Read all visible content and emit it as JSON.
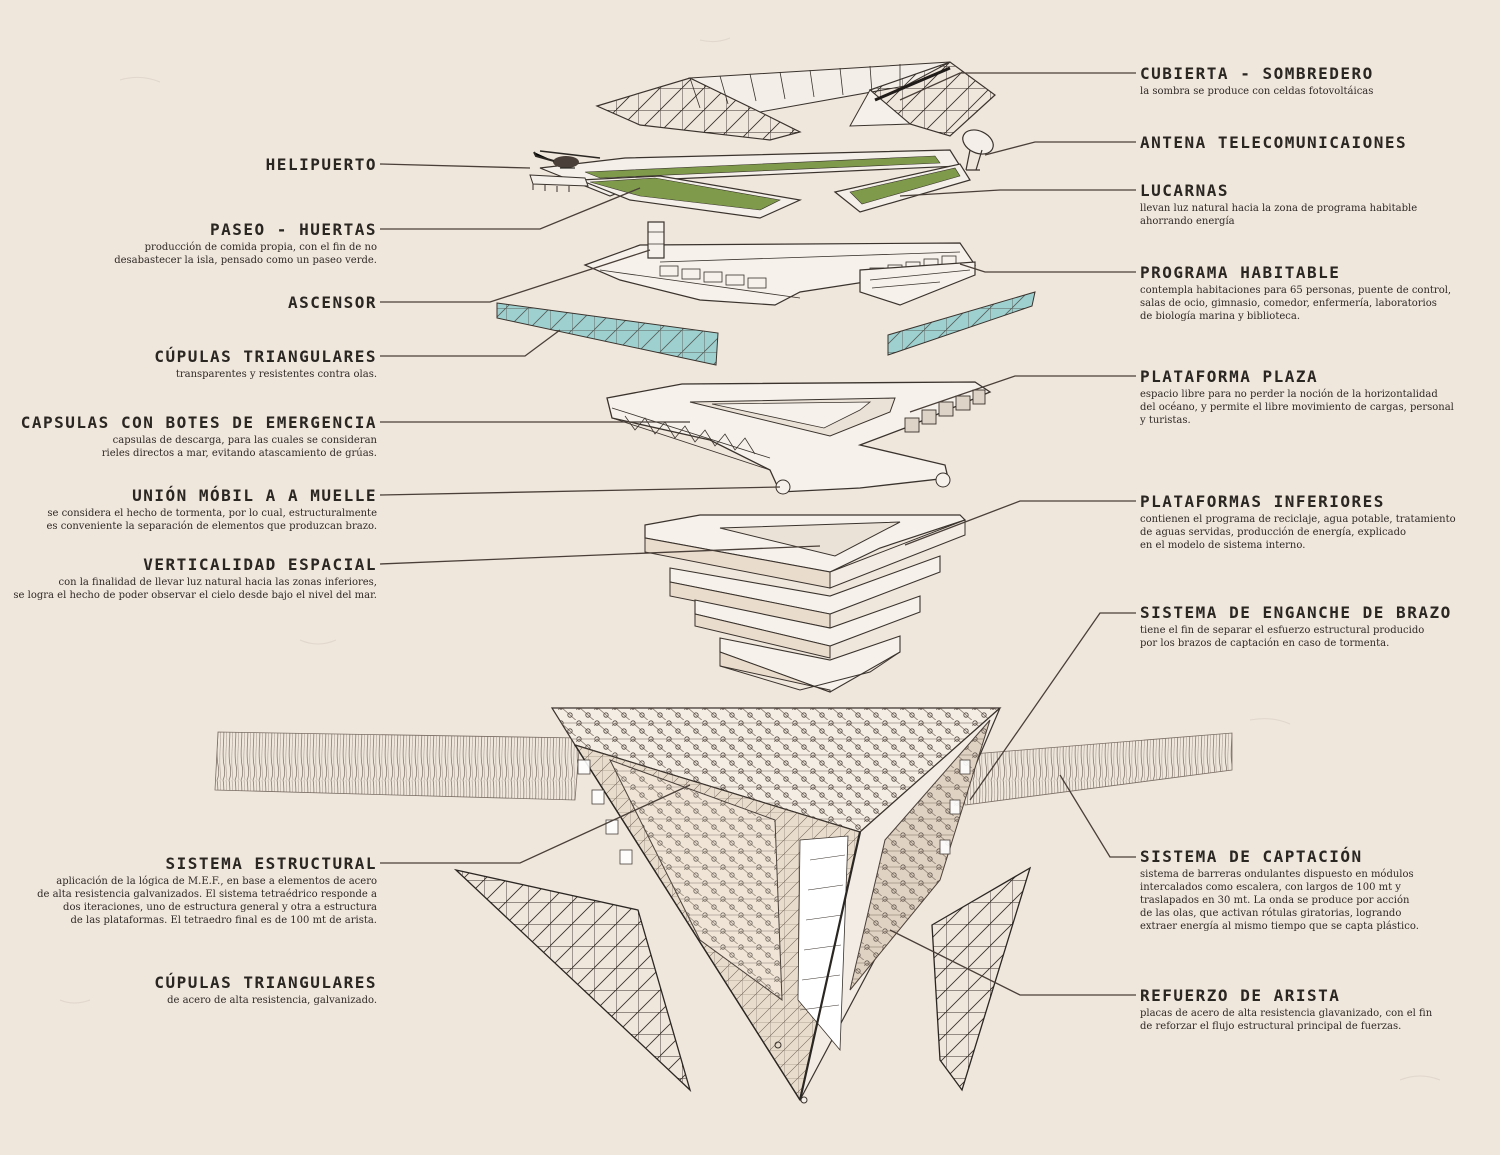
{
  "left_labels": [
    {
      "title": "HELIPUERTO",
      "desc": ""
    },
    {
      "title": "PASEO - HUERTAS",
      "desc": "producción de comida propia, con el fin de no\ndesabastecer la isla, pensado como un paseo verde."
    },
    {
      "title": "ASCENSOR",
      "desc": ""
    },
    {
      "title": "CÚPULAS TRIANGULARES",
      "desc": "transparentes y resistentes contra olas."
    },
    {
      "title": "CAPSULAS CON BOTES DE EMERGENCIA",
      "desc": "capsulas de descarga, para las cuales se consideran\nrieles directos a mar, evitando atascamiento de grúas."
    },
    {
      "title": "UNIÓN MÓBIL A A MUELLE",
      "desc": "se considera el hecho de tormenta, por lo cual, estructuralmente\nes conveniente la separación de elementos que produzcan brazo."
    },
    {
      "title": "VERTICALIDAD ESPACIAL",
      "desc": "con la finalidad de llevar luz natural hacia las zonas inferiores,\nse logra el hecho de poder observar el cielo desde bajo el nivel del mar."
    },
    {
      "title": "SISTEMA ESTRUCTURAL",
      "desc": "aplicación de la lógica de M.E.F., en base a elementos de acero\nde alta resistencia galvanizados. El sistema tetraédrico responde a\ndos iteraciones, uno de estructura general y otra a estructura\nde las plataformas. El tetraedro final es de 100 mt de arista."
    },
    {
      "title": "CÚPULAS TRIANGULARES",
      "desc": "de acero de alta resistencia, galvanizado."
    }
  ],
  "right_labels": [
    {
      "title": "CUBIERTA - SOMBREDERO",
      "desc": "la sombra se produce con celdas fotovoltáicas"
    },
    {
      "title": "ANTENA TELECOMUNICAIONES",
      "desc": ""
    },
    {
      "title": "LUCARNAS",
      "desc": "llevan luz natural hacia la zona de programa habitable\nahorrando energía"
    },
    {
      "title": "PROGRAMA HABITABLE",
      "desc": "contempla habitaciones para 65 personas, puente de control,\nsalas de ocio, gimnasio, comedor, enfermería, laboratorios\nde biología marina y biblioteca."
    },
    {
      "title": "PLATAFORMA PLAZA",
      "desc": "espacio libre para no perder la noción de la horizontalidad\ndel océano, y permite el libre movimiento de cargas, personal\ny turistas."
    },
    {
      "title": "PLATAFORMAS INFERIORES",
      "desc": "contienen el programa de reciclaje, agua potable, tratamiento\nde aguas servidas, producción de energía, explicado\nen el modelo de sistema interno."
    },
    {
      "title": "SISTEMA DE ENGANCHE DE BRAZO",
      "desc": "tiene el fin de separar el esfuerzo estructural producido\npor los brazos de captación en caso de tormenta."
    },
    {
      "title": "SISTEMA DE CAPTACIÓN",
      "desc": "sistema de barreras ondulantes dispuesto en módulos\nintercalados como escalera, con largos de 100 mt y\ntraslapados en 30 mt. La onda se produce por acción\nde las olas, que activan rótulas giratorias, logrando\nextraer energía al mismo tiempo que se capta plástico."
    },
    {
      "title": "REFUERZO DE ARISTA",
      "desc": "placas de acero de alta resistencia glavanizado, con el fin\nde reforzar el flujo estructural principal de fuerzas."
    }
  ],
  "colors": {
    "background": "#efe6dc",
    "ink": "#2a2622",
    "glass": "#9fd0d0",
    "green": "#7e9a4a"
  }
}
